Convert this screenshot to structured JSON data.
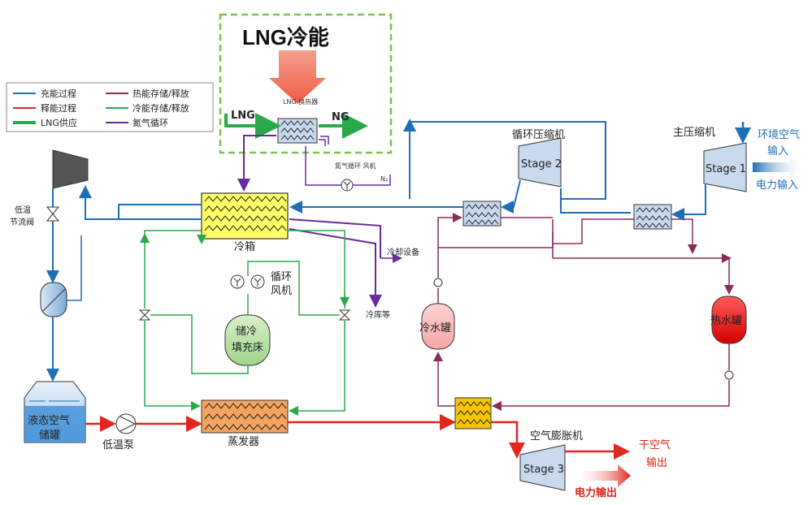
{
  "title": "LNG冷能",
  "colors": {
    "charge": "#1f6fb5",
    "discharge": "#e0261d",
    "lng_supply": "#2aa94a",
    "heat_storage": "#8a2b5e",
    "cold_storage": "#2aa94a",
    "nitrogen": "#6a2a9a"
  },
  "legend": [
    {
      "label": "充能过程",
      "color": "#1f6fb5"
    },
    {
      "label": "热能存储/释放",
      "color": "#8a2b5e"
    },
    {
      "label": "释能过程",
      "color": "#e0261d"
    },
    {
      "label": "冷能存储/释放",
      "color": "#2aa94a"
    },
    {
      "label": "LNG供应",
      "color": "#2aa94a"
    },
    {
      "label": "氮气循环",
      "color": "#6a2a9a"
    }
  ],
  "labels": {
    "lng": "LNG",
    "ng": "NG",
    "lng_hx": "LNG 换热器",
    "n2_fan": "氮气循环 风机",
    "n2": "N₂",
    "cold_box": "冷箱",
    "cold_equipment": "冷却设备",
    "cold_bank": "冷库等",
    "circ_fan": "循环 风机",
    "cold_storage_vessel": "储冷 填充床",
    "evaporator": "蒸发器",
    "throttle": "低温 节流阀",
    "tank": "液态空气 储罐",
    "pump": "低温泵",
    "cold_water_tank": "冷水罐",
    "hot_water_tank": "热水罐",
    "circ_compressor": "循环压缩机",
    "main_compressor": "主压缩机",
    "stage1": "Stage 1",
    "stage2": "Stage 2",
    "stage3": "Stage 3",
    "ambient_air": "环境空气 输入",
    "power_in": "电力输入",
    "expander": "空气膨胀机",
    "dry_air_out": "干空气 输出",
    "power_out": "电力输出"
  }
}
